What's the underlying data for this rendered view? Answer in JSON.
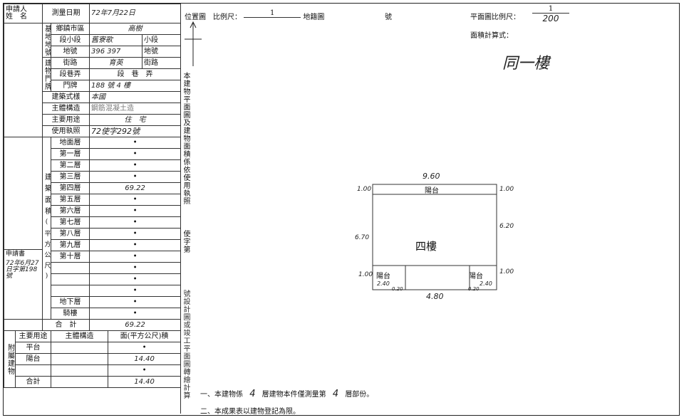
{
  "form": {
    "applicant": "申請人\n姓　名",
    "survey_date_label": "測量日期",
    "survey_date_value": "72年7月22日",
    "land_label": "基地地號",
    "township_label": "鄉鎮市區",
    "township_value": "高樹",
    "section_label": "段小段",
    "section_value": "舊寮歌",
    "section_suffix": "小段",
    "lot_label": "地號",
    "lot_value": "396 397",
    "lot_suffix": "地號",
    "doorplate_label": "建物門牌",
    "street_label": "街路",
    "street_value": "育英",
    "street_suffix": "街路",
    "lane_label": "段巷弄",
    "lane_value": "段　巷　弄",
    "number_label": "門牌",
    "number_value": "188 號 4 樓",
    "building_style_label": "建築式樣",
    "building_style_value": "本國",
    "structure_label": "主體構造",
    "structure_value": "鋼筋混凝土造",
    "main_use_label": "主要用途",
    "main_use_value": "住　宅",
    "permit_label": "使用執照",
    "permit_value": "72使字292號",
    "area_label": "建築面積",
    "area_unit": "(平方公尺)",
    "floors": [
      {
        "name": "地面層",
        "value": "•"
      },
      {
        "name": "第一層",
        "value": "•"
      },
      {
        "name": "第二層",
        "value": "•"
      },
      {
        "name": "第三層",
        "value": "•"
      },
      {
        "name": "第四層",
        "value": "69.22"
      },
      {
        "name": "第五層",
        "value": "•"
      },
      {
        "name": "第六層",
        "value": "•"
      },
      {
        "name": "第七層",
        "value": "•"
      },
      {
        "name": "第八層",
        "value": "•"
      },
      {
        "name": "第九層",
        "value": "•"
      },
      {
        "name": "第十層",
        "value": "•"
      },
      {
        "name": "",
        "value": "•"
      },
      {
        "name": "",
        "value": "•"
      },
      {
        "name": "",
        "value": "•"
      },
      {
        "name": "地下層",
        "value": "•"
      },
      {
        "name": "騎樓",
        "value": "•"
      }
    ],
    "total_label": "合　計",
    "total_value": "69.22",
    "application_no_label": "申請書",
    "application_no_value": "72年6月27日字第198號",
    "attached_label": "附屬建物",
    "attached_header": [
      "主要用途",
      "主體構造",
      "面(平方公尺)積"
    ],
    "attached_rows": [
      {
        "use": "平台",
        "structure": "",
        "area": "•"
      },
      {
        "use": "陽台",
        "structure": "",
        "area": "14.40"
      },
      {
        "use": "",
        "structure": "",
        "area": "•"
      },
      {
        "use": "合計",
        "structure": "",
        "area": "14.40"
      }
    ]
  },
  "plan": {
    "location_label": "位置圖　比例尺：",
    "location_scale": "1",
    "location_suffix": "地籍圖",
    "number_suffix": "號",
    "plan_scale_label": "平面圖比例尺：",
    "plan_scale_num": "1",
    "plan_scale_den": "200",
    "area_calc_label": "面積計算式：",
    "area_calc_value": "同一樓",
    "vertical_note_1": "本建物平面圖及建物面積係依使用執照",
    "vertical_note_2": "使字第",
    "vertical_note_3": "號設計圖或竣工平面圖轉繪計算",
    "floor_name": "四樓",
    "balcony_label": "陽台",
    "dims": {
      "top": "9.60",
      "left_top": "1.00",
      "right_top": "1.00",
      "left_mid": "6.70",
      "right_mid": "6.20",
      "left_bal_h": "1.00",
      "right_bal_h": "1.00",
      "left_bal_w": "2.40",
      "right_bal_w": "2.40",
      "bottom": "4.80",
      "small_l": "0.20",
      "small_r": "0.20"
    },
    "note1_a": "一、本建物係",
    "note1_b": "4",
    "note1_c": "層建物本件僅測量第",
    "note1_d": "4",
    "note1_e": "層部份。",
    "note2": "二、本成果表以建物登記為限。"
  }
}
